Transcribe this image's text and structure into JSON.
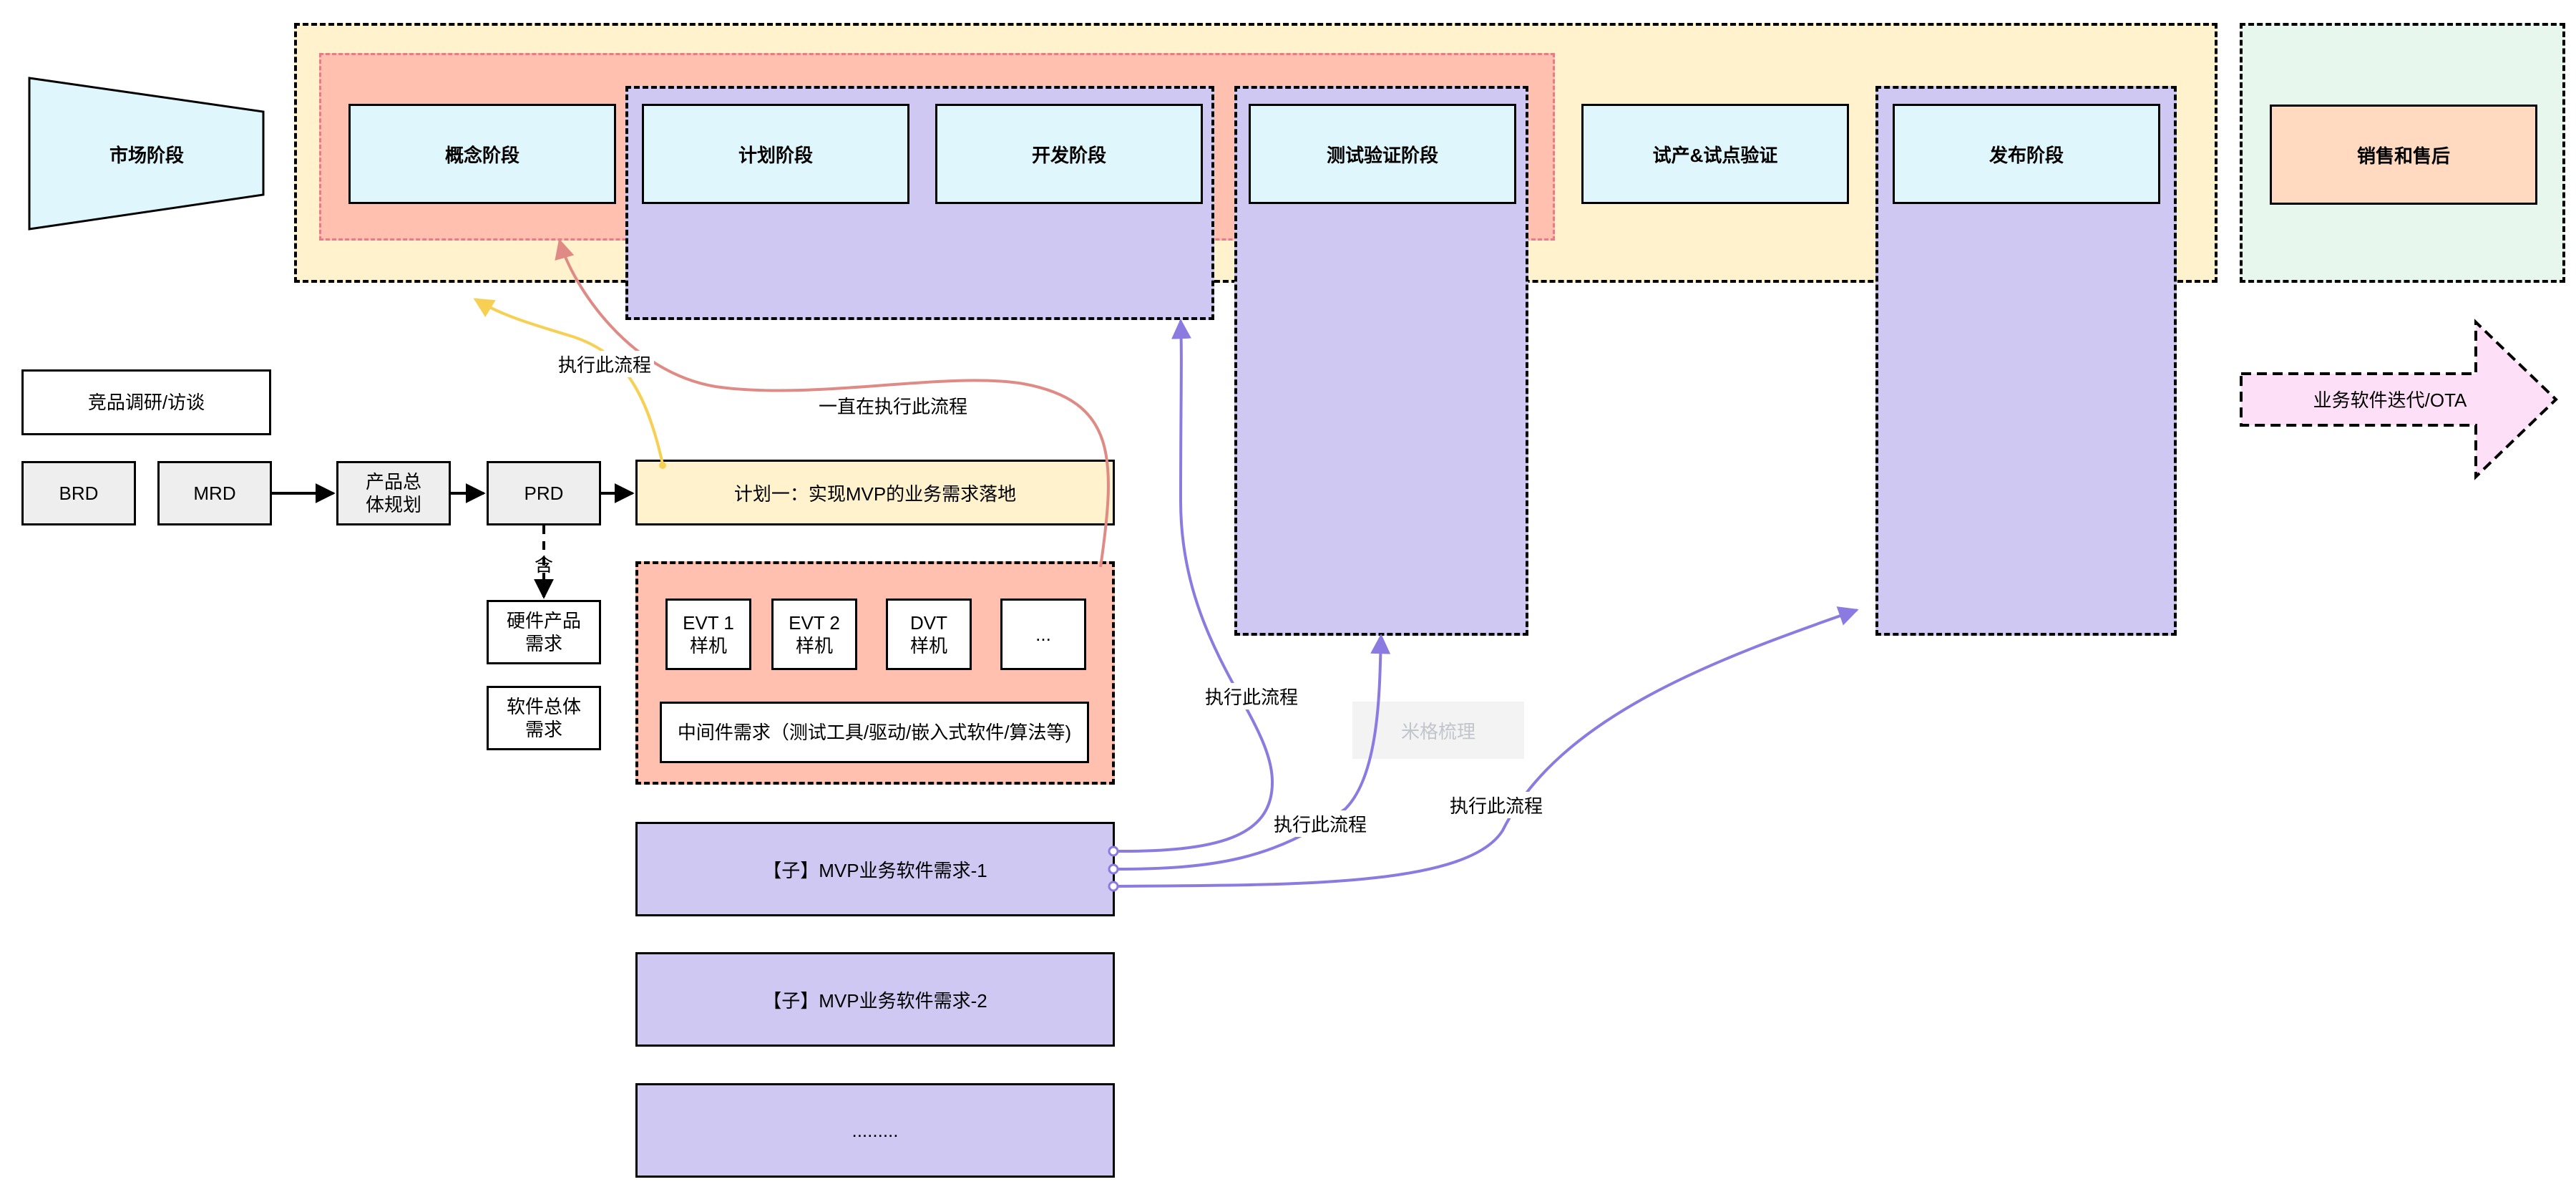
{
  "stages": {
    "market": "市场阶段",
    "concept": "概念阶段",
    "plan": "计划阶段",
    "develop": "开发阶段",
    "test": "测试验证阶段",
    "trial": "试产&试点验证",
    "release": "发布阶段",
    "sales": "销售和售后"
  },
  "docs": {
    "competitor": "竞品调研/访谈",
    "brd": "BRD",
    "mrd": "MRD",
    "overall_plan": "产品总体规划",
    "prd": "PRD",
    "contains": "含",
    "hardware_req": "硬件产品需求",
    "software_req": "软件总体需求"
  },
  "plan_one": "计划一：实现MVP的业务需求落地",
  "hardware": {
    "evt1": "EVT 1 样机",
    "evt2": "EVT 2 样机",
    "dvt": "DVT 样机",
    "more": "...",
    "middleware": "中间件需求（测试工具/驱动/嵌入式软件/算法等)"
  },
  "sub_requirements": [
    "【子】MVP业务软件需求-1",
    "【子】MVP业务软件需求-2",
    "........."
  ],
  "ota": "业务软件迭代/OTA",
  "watermark": "米格梳理",
  "edge_labels": {
    "execute_1": "执行此流程",
    "always_execute": "一直在执行此流程",
    "execute_2": "执行此流程",
    "execute_3": "执行此流程",
    "execute_4": "执行此流程"
  },
  "colors": {
    "stage_fill": "#dff6fd",
    "main_region": "#fff2cc",
    "concept_region": "#ffc0b0",
    "purple_region": "#cfc8f3",
    "sales_region": "#e8f7ee",
    "sales_fill": "#ffd9c0",
    "ota_fill": "#fde0f8",
    "yellow_arrow": "#f7cf52",
    "red_arrow": "#e08a85",
    "purple_arrow": "#8b7be0"
  }
}
